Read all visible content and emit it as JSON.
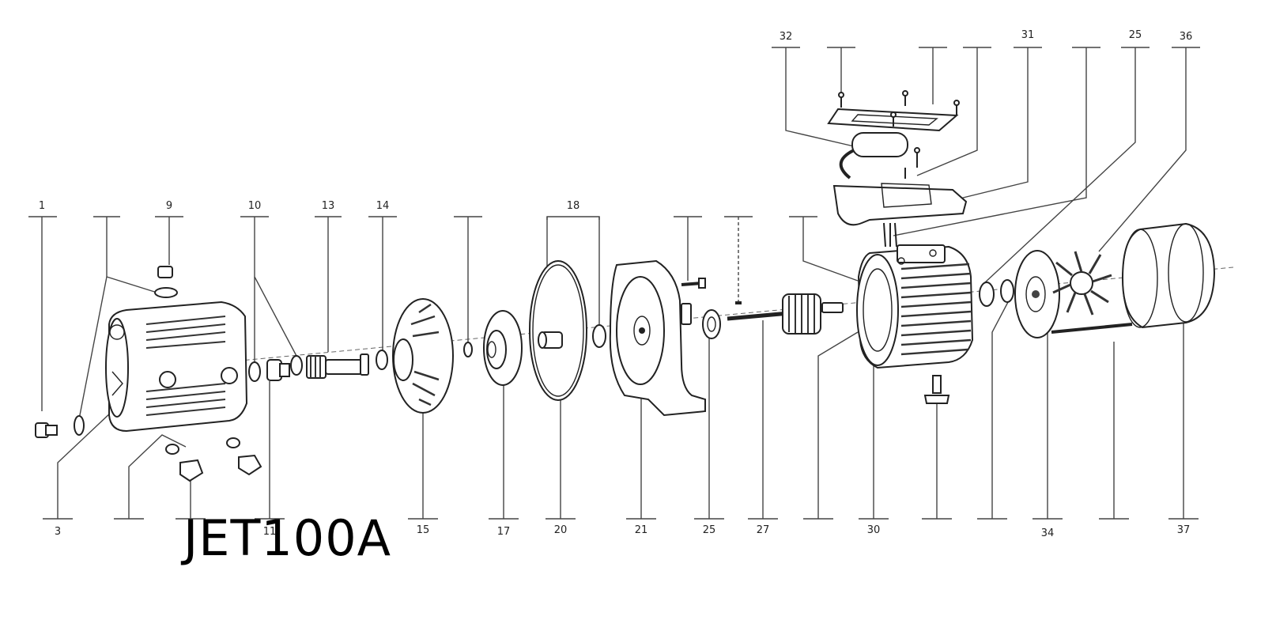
{
  "title": "JET100A",
  "labels": {
    "p1": "1",
    "p9": "9",
    "p10": "10",
    "p13": "13",
    "p14": "14",
    "p18": "18",
    "p32": "32",
    "p31": "31",
    "p25_top": "25",
    "p36": "36",
    "p3": "3",
    "p11": "11",
    "p15": "15",
    "p17": "17",
    "p20": "20",
    "p21": "21",
    "p25_bottom": "25",
    "p27": "27",
    "p30": "30",
    "p34": "34",
    "p37": "37"
  }
}
